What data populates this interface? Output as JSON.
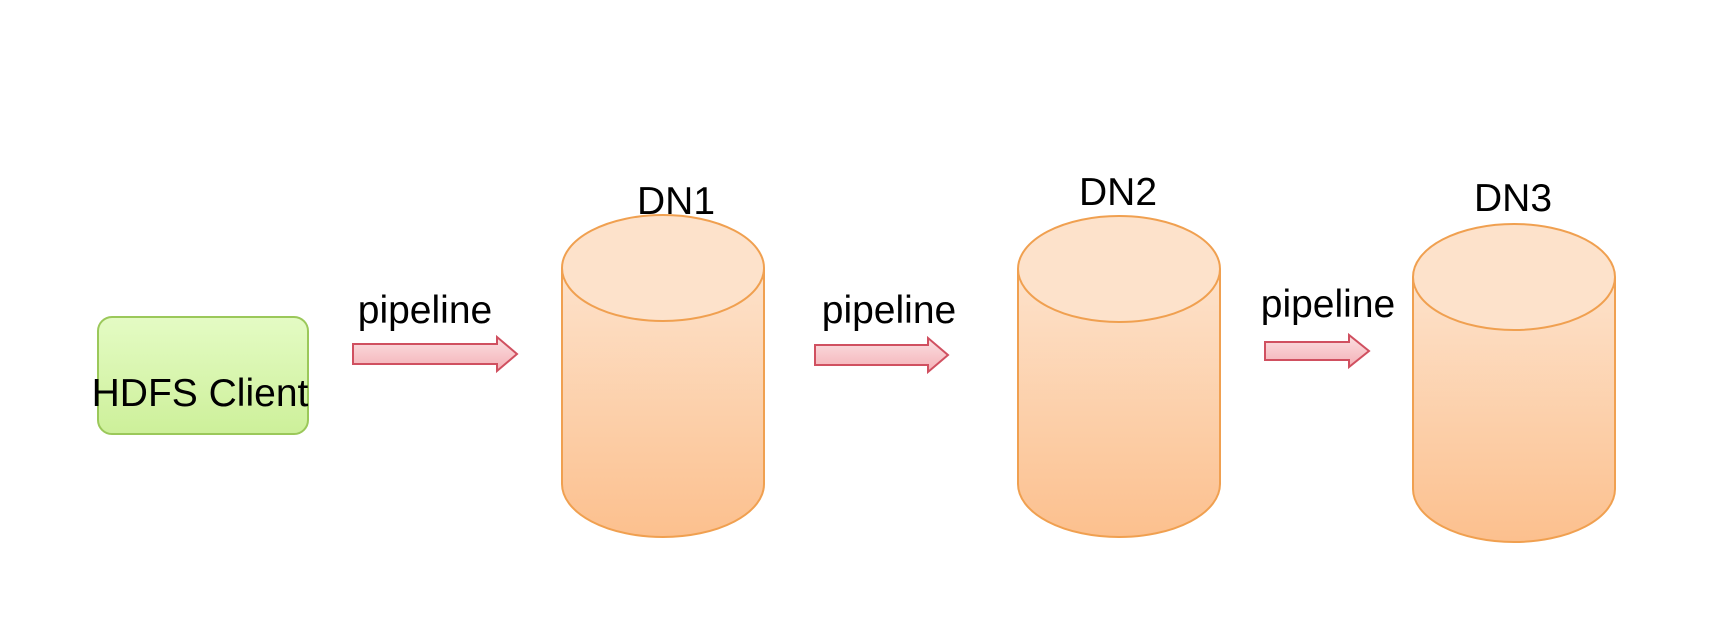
{
  "client": {
    "label": "HDFS Client",
    "fill_color": "#d4f4a4",
    "border_color": "#9bc85a"
  },
  "datanodes": [
    {
      "label": "DN1"
    },
    {
      "label": "DN2"
    },
    {
      "label": "DN3"
    }
  ],
  "datanode_colors": {
    "fill_top": "#fde2cb",
    "fill_bottom": "#fcc08e",
    "border": "#f0a050"
  },
  "links": [
    {
      "label": "pipeline",
      "from": "HDFS Client",
      "to": "DN1"
    },
    {
      "label": "pipeline",
      "from": "DN1",
      "to": "DN2"
    },
    {
      "label": "pipeline",
      "from": "DN2",
      "to": "DN3"
    }
  ],
  "arrow_colors": {
    "fill": "#f8c4c8",
    "border": "#d05060"
  }
}
